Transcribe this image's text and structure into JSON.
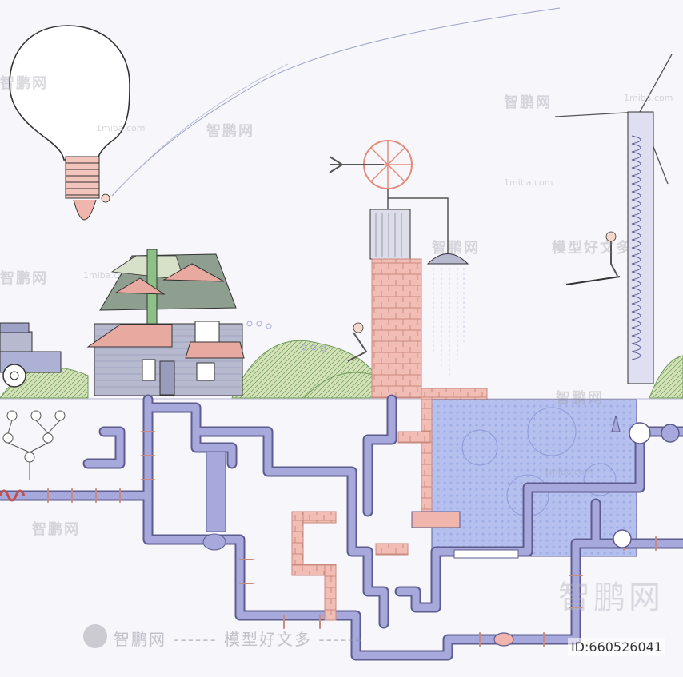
{
  "watermarks": {
    "cn": "智鹏网",
    "site": "1miba.com",
    "cn_long": "模型好文多",
    "big": "智鹏网",
    "brand": "智鹏网 ------ 模型好文多 ------",
    "id": "ID:660526041"
  },
  "colors": {
    "pipe_blue": "#a7a9dc",
    "pipe_outline": "#5e5c8e",
    "brick": "#f0b6ad",
    "brick_line": "#c8857c",
    "water": "#a9b6ea",
    "hill_green": "#c6d6a6",
    "hill_line": "#6f9a5a",
    "roof": "#e8a9a1",
    "house": "#b7b9cf"
  }
}
